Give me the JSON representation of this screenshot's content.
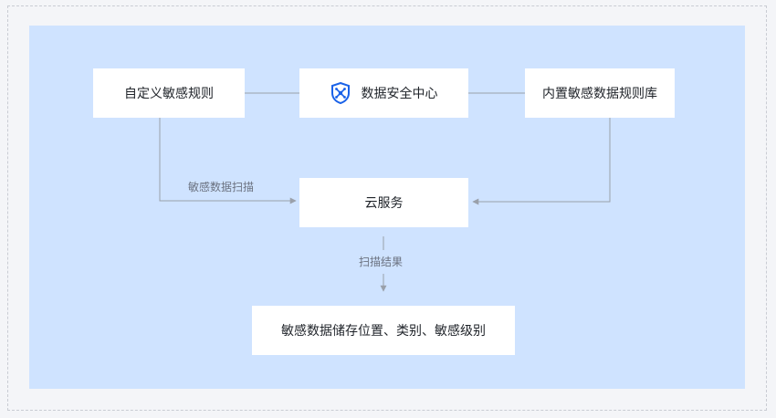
{
  "nodes": {
    "custom_rules": "自定义敏感规则",
    "data_security_center": "数据安全中心",
    "builtin_rules": "内置敏感数据规则库",
    "cloud_service": "云服务",
    "result": "敏感数据储存位置、类别、敏感级别"
  },
  "edge_labels": {
    "scan": "敏感数据扫描",
    "scan_result": "扫描结果"
  },
  "colors": {
    "page_background": "#f4f5f8",
    "canvas_background": "#cfe3ff",
    "box_background": "#ffffff",
    "line": "#9aa0aa",
    "icon_blue": "#1a62e8"
  },
  "icons": {
    "center_icon": "shield-network-icon"
  }
}
